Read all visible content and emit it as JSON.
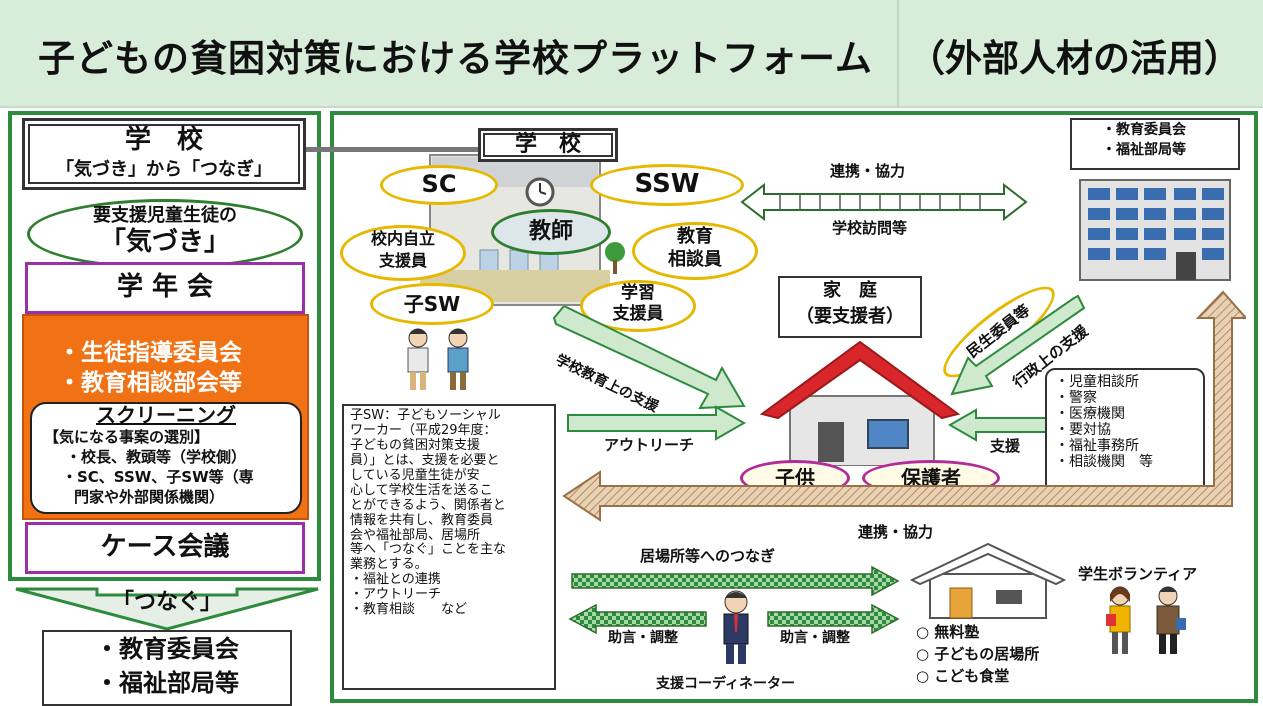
{
  "title": {
    "main": "子どもの貧困対策における学校プラットフォーム",
    "sub": "（外部人材の活用）"
  },
  "left": {
    "school_label": "学　校",
    "school_sub": "「気づき」から「つなぎ」",
    "notice_line1": "要支援児童生徒の",
    "notice_line2": "「気づき」",
    "grade_meeting": "学 年 会",
    "committee_1": "・生徒指導委員会",
    "committee_2": "・教育相談部会等",
    "screening_title": "スクリーニング",
    "screening_lines": [
      "【気になる事案の選別】",
      "・校長、教頭等（学校側）",
      "・SC、SSW、子SW等（専",
      "門家や外部関係機関）"
    ],
    "case_meeting": "ケース会議",
    "connect_label": "「つなぐ」",
    "connect_targets": [
      "・教育委員会",
      "・福祉部局等"
    ]
  },
  "school": {
    "sign": "学　校",
    "sc": "SC",
    "ssw": "SSW",
    "teacher": "教師",
    "support_staff_line1": "校内自立",
    "support_staff_line2": "支援員",
    "counselor_line1": "教育",
    "counselor_line2": "相談員",
    "child_sw": "子SW",
    "learning_line1": "学習",
    "learning_line2": "支援員"
  },
  "board": {
    "line1": "・教育委員会",
    "line2": "・福祉部局等"
  },
  "arrows": {
    "cooperation_top": "連携・協力",
    "school_visit": "学校訪問等",
    "edu_support": "学校教育上の支援",
    "outreach": "アウトリーチ",
    "minsei": "民生委員等",
    "admin_support": "行政上の支援",
    "support": "支援",
    "cooperation_bottom": "連携・協力",
    "ibasho_link": "居場所等へのつなぎ",
    "advice_left": "助言・調整",
    "advice_right": "助言・調整"
  },
  "family": {
    "label_line1": "家　庭",
    "label_line2": "（要支援者）",
    "child": "子供",
    "guardian": "保護者"
  },
  "agencies": [
    "・児童相談所",
    "・警察",
    "・医療機関",
    "・要対協",
    "・福祉事務所",
    "・相談機関　等"
  ],
  "sw_description": [
    "子SW：子どもソーシャル",
    "ワーカー（平成29年度：",
    "子どもの貧困対策支援",
    "員）」とは、支援を必要と",
    "している児童生徒が安",
    "心して学校生活を送るこ",
    "とができるよう、関係者と",
    "情報を共有し、教育委員",
    "会や福祉部局、居場所",
    "等へ「つなぐ」ことを主な",
    "業務とする。",
    "・福祉との連携",
    "・アウトリーチ",
    "・教育相談　　など"
  ],
  "coordinator": "支援コーディネーター",
  "volunteer": "学生ボランティア",
  "places": [
    "○ 無料塾",
    "○ 子どもの居場所",
    "○ こども食堂"
  ],
  "colors": {
    "green": "#2e8b3e",
    "orange": "#f07214",
    "purple": "#9b2fa8",
    "gold": "#e6b800",
    "roof": "#d9262b",
    "tan": "#d3b28d"
  }
}
